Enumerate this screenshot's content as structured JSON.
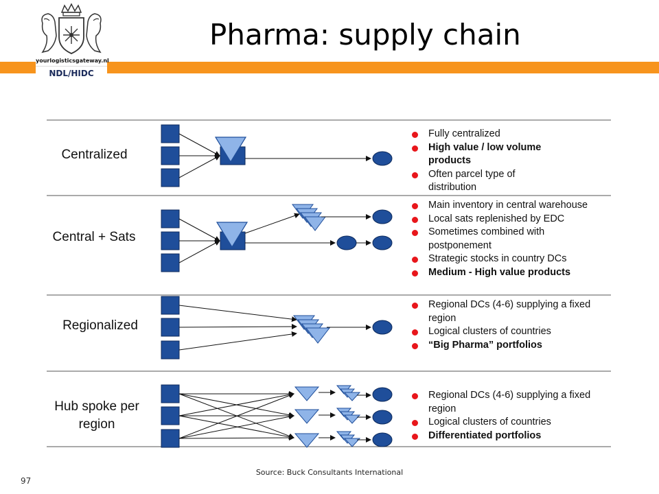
{
  "slide": {
    "title": "Pharma: supply chain",
    "number": "97",
    "source": "Source: Buck Consultants International"
  },
  "logo": {
    "site": "yourlogisticsgateway.nl",
    "org": "NDL/HIDC"
  },
  "colors": {
    "accent_bar": "#f7941d",
    "node_fill": "#1f4e9a",
    "dc_fill": "#8fb4e8",
    "bullet": "#e8161b"
  },
  "rows": [
    {
      "label_lines": [
        "Centralized"
      ],
      "bullets": [
        {
          "text": "Fully centralized",
          "bold": false
        },
        {
          "text": "High value / low volume products",
          "bold": true
        },
        {
          "text": "Often parcel type of distribution",
          "bold": false
        }
      ]
    },
    {
      "label_lines": [
        "Central + Sats"
      ],
      "bullets": [
        {
          "text": "Main inventory in central warehouse",
          "bold": false
        },
        {
          "text": "Local sats replenished by EDC",
          "bold": false
        },
        {
          "text": "Sometimes combined with postponement",
          "bold": false
        },
        {
          "text": "Strategic stocks in country DCs",
          "bold": false
        },
        {
          "text": "Medium - High value products",
          "bold": true
        }
      ]
    },
    {
      "label_lines": [
        "Regionalized"
      ],
      "bullets": [
        {
          "text": "Regional DCs (4-6) supplying a fixed region",
          "bold": false
        },
        {
          "text": "Logical clusters of countries",
          "bold": false
        },
        {
          "text": "“Big Pharma” portfolios",
          "bold": true
        }
      ]
    },
    {
      "label_lines": [
        "Hub spoke per",
        "region"
      ],
      "bullets": [
        {
          "text": "Regional DCs (4-6) supplying a fixed region",
          "bold": false
        },
        {
          "text": "Logical clusters of countries",
          "bold": false
        },
        {
          "text": "Differentiated portfolios",
          "bold": true
        }
      ]
    }
  ]
}
